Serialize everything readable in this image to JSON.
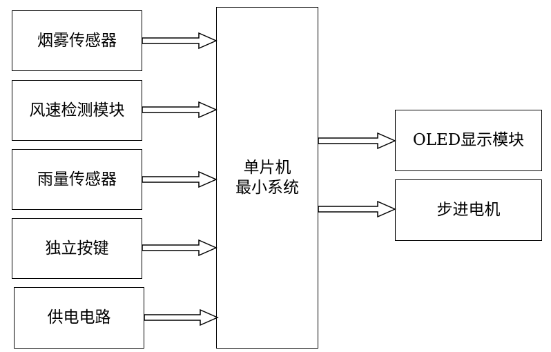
{
  "inputs": [
    {
      "id": "smoke",
      "label": "烟雾传感器"
    },
    {
      "id": "wind",
      "label": "风速检测模块"
    },
    {
      "id": "rain",
      "label": "雨量传感器"
    },
    {
      "id": "key",
      "label": "独立按键"
    },
    {
      "id": "power",
      "label": "供电电路"
    }
  ],
  "center": {
    "line1": "单片机",
    "line2": "最小系统"
  },
  "outputs": [
    {
      "id": "oled",
      "label": "OLED显示模块"
    },
    {
      "id": "motor",
      "label": "步进电机"
    }
  ]
}
